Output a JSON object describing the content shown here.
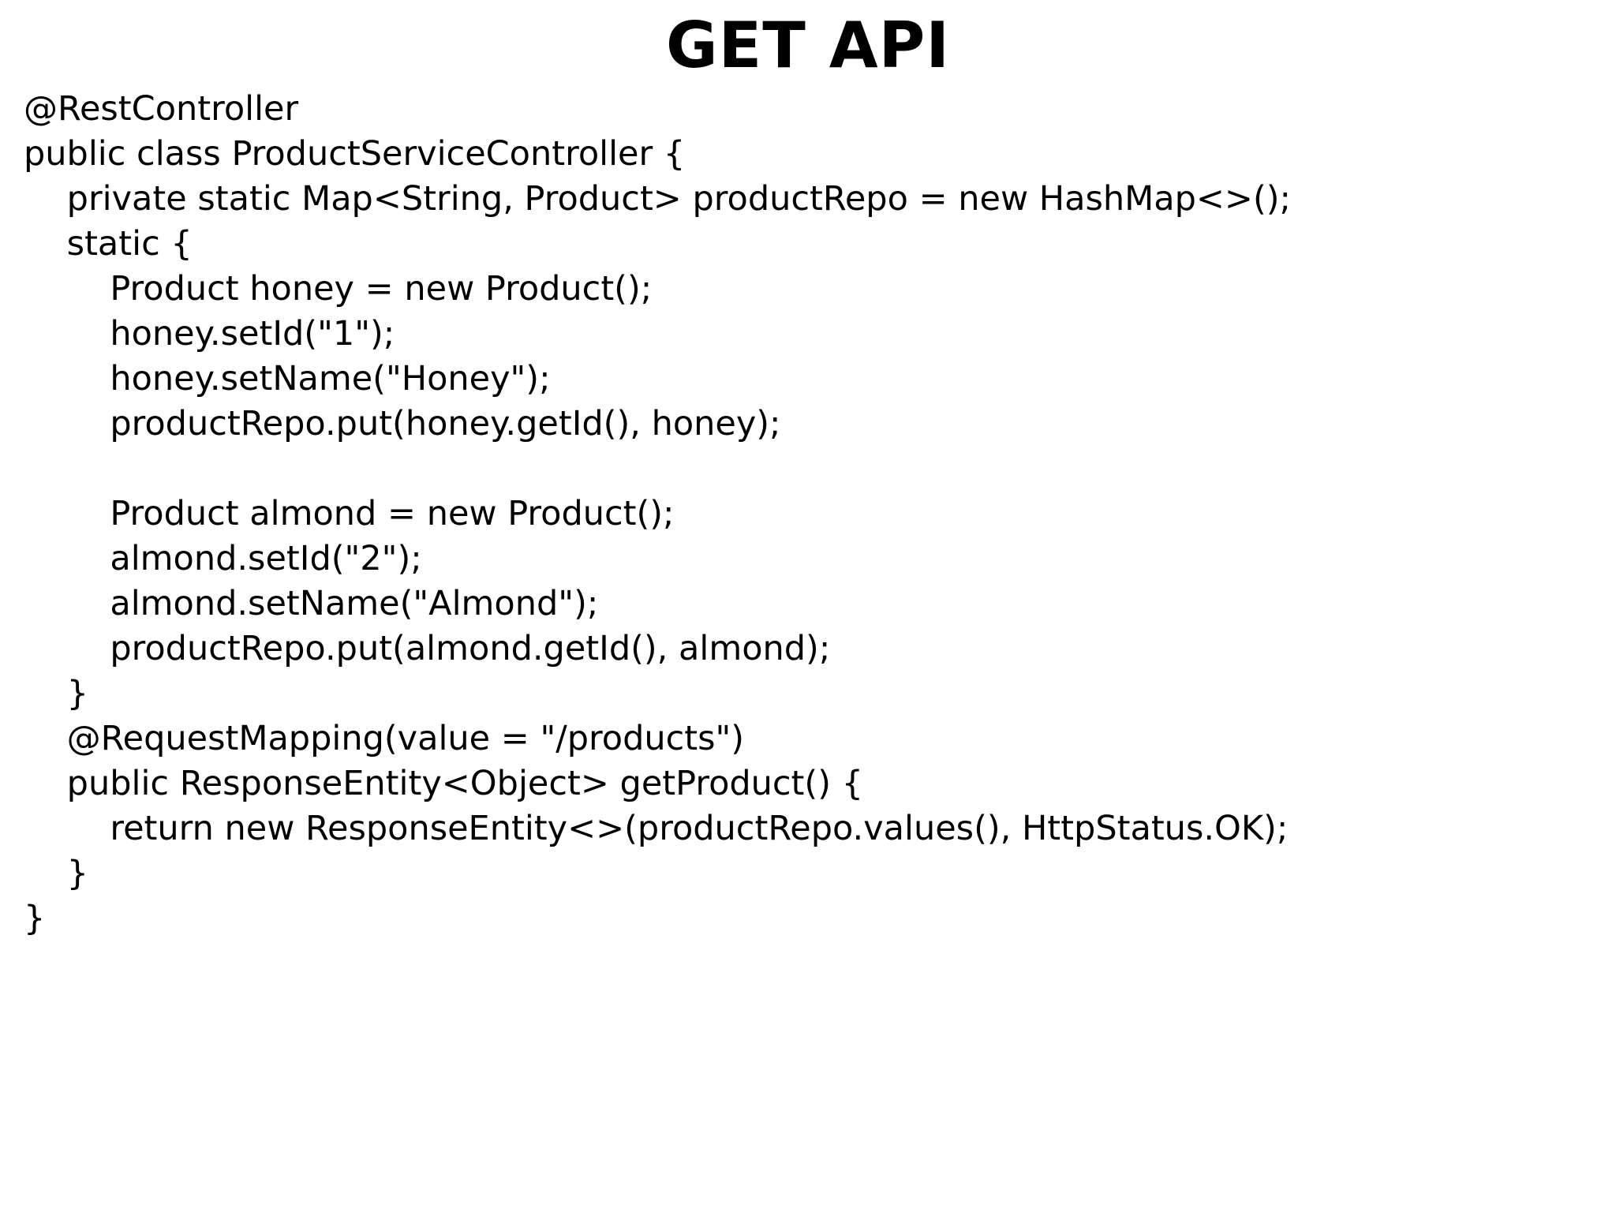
{
  "title": "GET API",
  "code": {
    "language": "java",
    "lines": [
      "@RestController",
      "public class ProductServiceController {",
      "    private static Map<String, Product> productRepo = new HashMap<>();",
      "    static {",
      "        Product honey = new Product();",
      "        honey.setId(\"1\");",
      "        honey.setName(\"Honey\");",
      "        productRepo.put(honey.getId(), honey);",
      "",
      "        Product almond = new Product();",
      "        almond.setId(\"2\");",
      "        almond.setName(\"Almond\");",
      "        productRepo.put(almond.getId(), almond);",
      "    }",
      "    @RequestMapping(value = \"/products\")",
      "    public ResponseEntity<Object> getProduct() {",
      "        return new ResponseEntity<>(productRepo.values(), HttpStatus.OK);",
      "    }",
      "}"
    ]
  },
  "colors": {
    "background": "#ffffff",
    "text": "#000000"
  }
}
